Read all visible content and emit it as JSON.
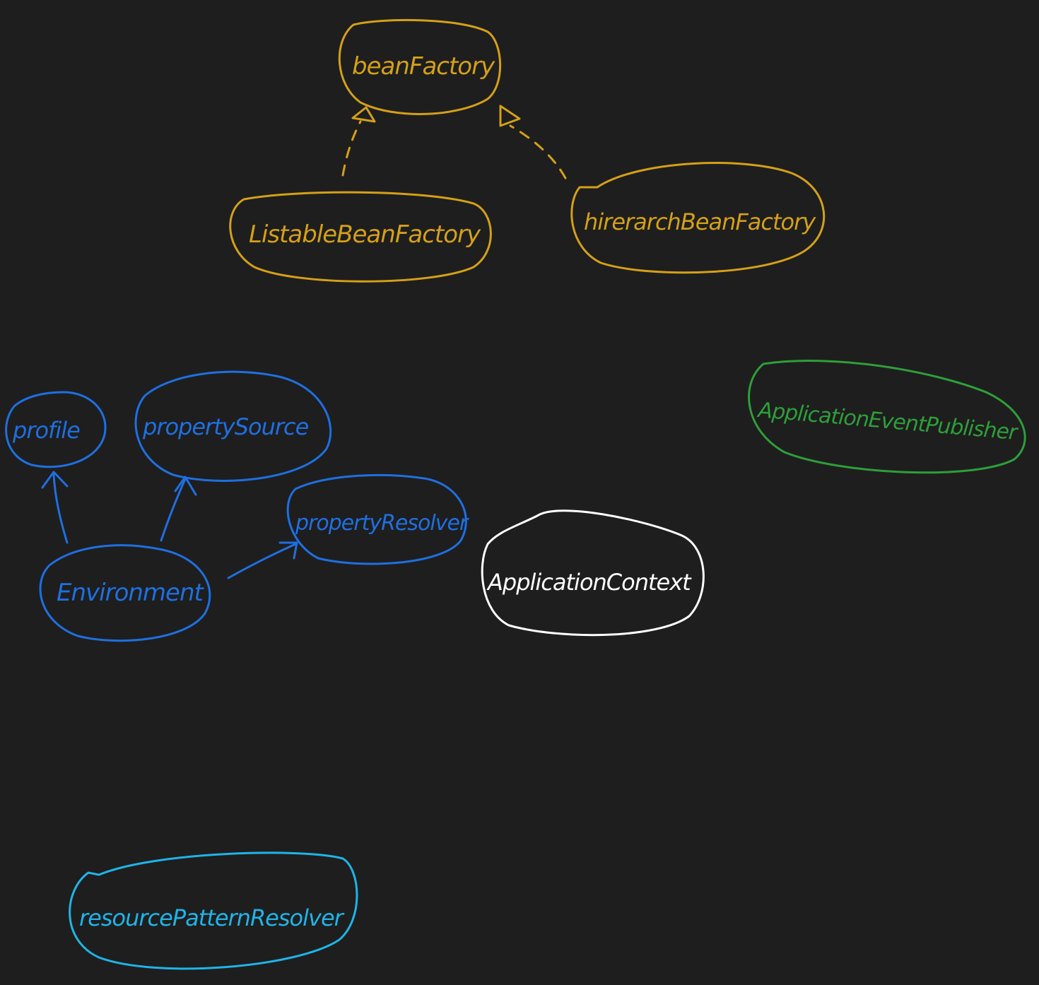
{
  "colors": {
    "background": "#1e1e1e",
    "orange": "#d4a017",
    "blue": "#1f6fe0",
    "cyan": "#1fb4e8",
    "green": "#2e9e3a",
    "white": "#ffffff"
  },
  "nodes": {
    "bean_factory": "beanFactory",
    "listable_bean_factory": "ListableBeanFactory",
    "hierarchy_bean_factory": "hirerarchBeanFactory",
    "profile": "profile",
    "property_source": "propertySource",
    "property_resolver": "propertyResolver",
    "environment": "Environment",
    "application_context": "ApplicationContext",
    "application_event_publisher": "ApplicationEventPublisher",
    "resource_pattern_resolver": "resourcePatternResolver"
  }
}
